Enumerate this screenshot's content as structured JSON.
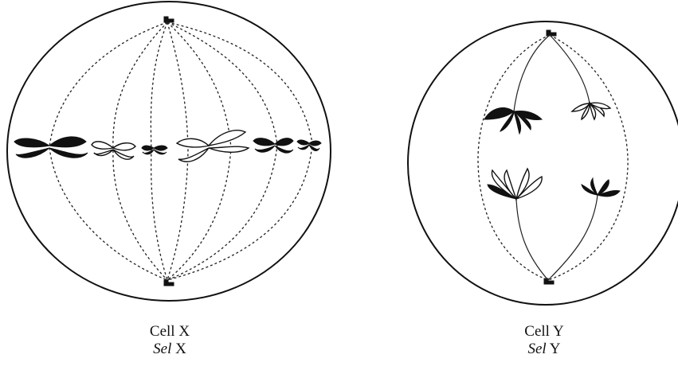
{
  "cells": [
    {
      "id": "cell-x",
      "caption_line1": "Cell X",
      "caption_italic": "Sel",
      "caption_rest": " X",
      "stage": "metaphase"
    },
    {
      "id": "cell-y",
      "caption_line1": "Cell Y",
      "caption_italic": "Sel",
      "caption_rest": " Y",
      "stage": "anaphase"
    }
  ],
  "colors": {
    "line": "#111111",
    "background": "#ffffff"
  }
}
